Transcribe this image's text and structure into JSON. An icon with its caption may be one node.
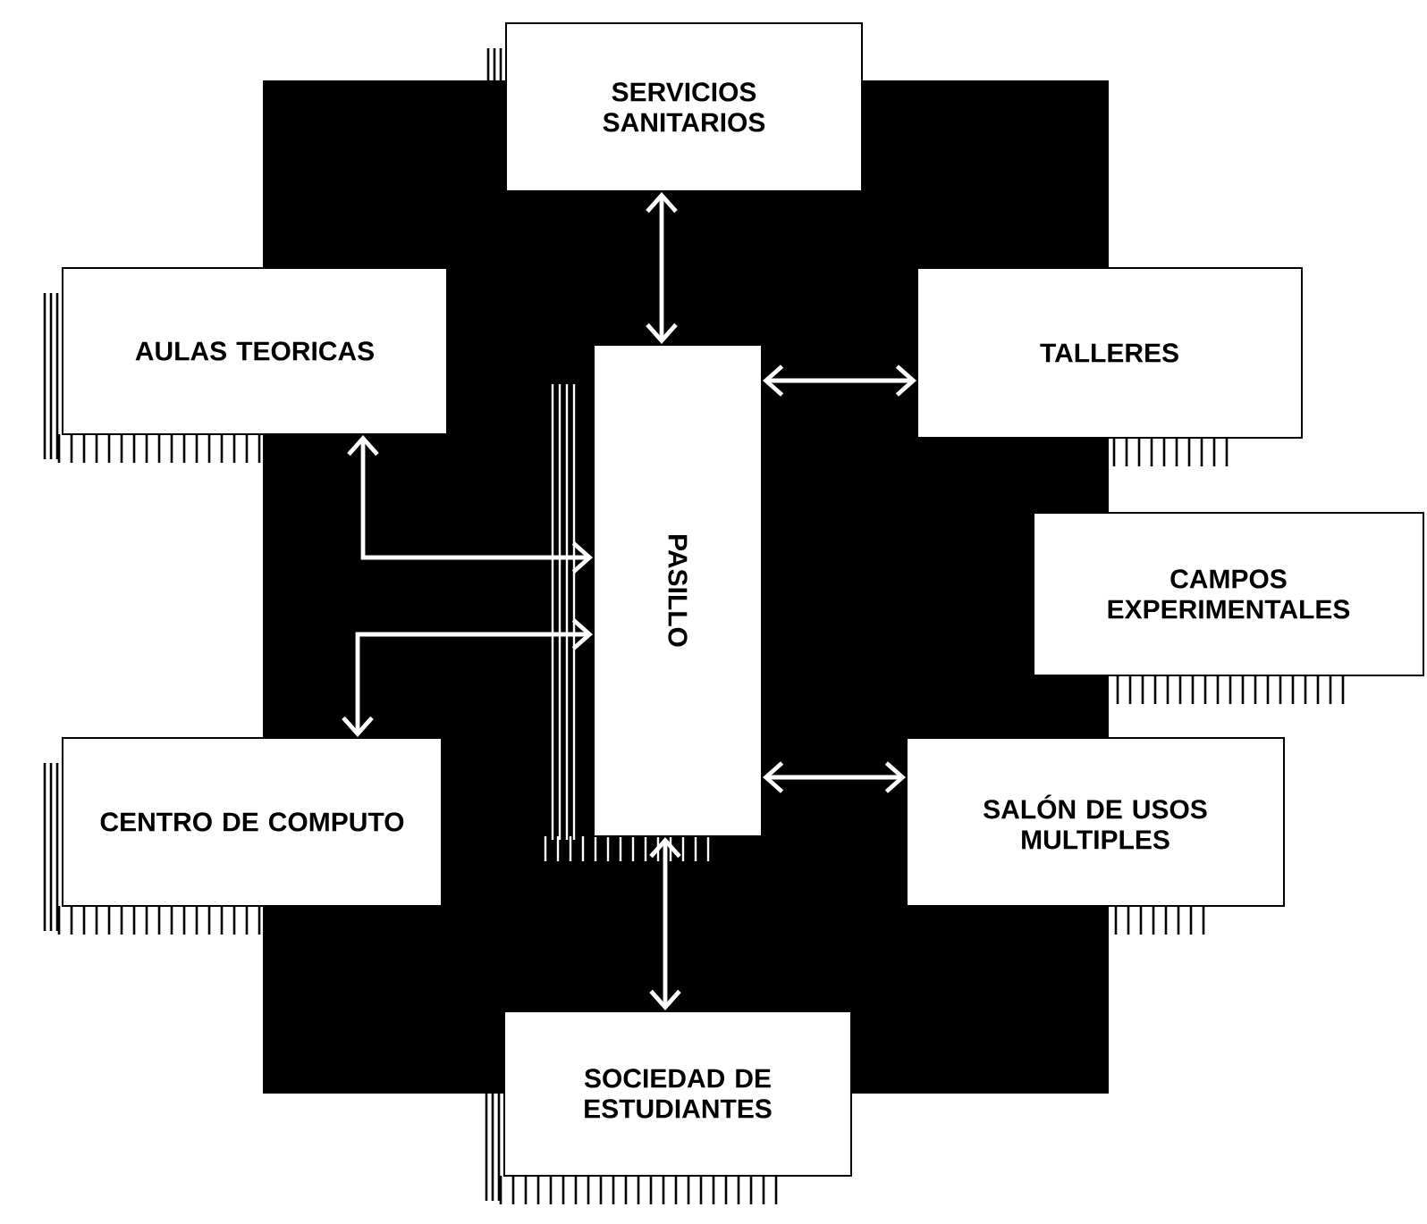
{
  "diagram": {
    "nodes": [
      {
        "text": [
          "SERVICIOS SANITARIOS"
        ]
      },
      {
        "text": [
          "AULAS TEORICAS"
        ]
      },
      {
        "text": [
          "TALLERES"
        ]
      },
      {
        "text": [
          "PASILLO"
        ]
      },
      {
        "text": [
          "CAMPOS EXPERIMENTALES"
        ]
      },
      {
        "text": [
          "CENTRO DE COMPUTO"
        ]
      },
      {
        "text": [
          "SALÓN DE USOS MULTIPLES"
        ]
      },
      {
        "text": [
          "SOCIEDAD DE ESTUDIANTES"
        ]
      }
    ],
    "edges": [
      {
        "from": 0,
        "to": 3,
        "arrow": "both"
      },
      {
        "from": 1,
        "to": 3,
        "arrow": "both"
      },
      {
        "from": 3,
        "to": 2,
        "arrow": "both"
      },
      {
        "from": 3,
        "to": 5,
        "arrow": "both"
      },
      {
        "from": 3,
        "to": 6,
        "arrow": "both"
      },
      {
        "from": 3,
        "to": 7,
        "arrow": "both"
      }
    ]
  }
}
